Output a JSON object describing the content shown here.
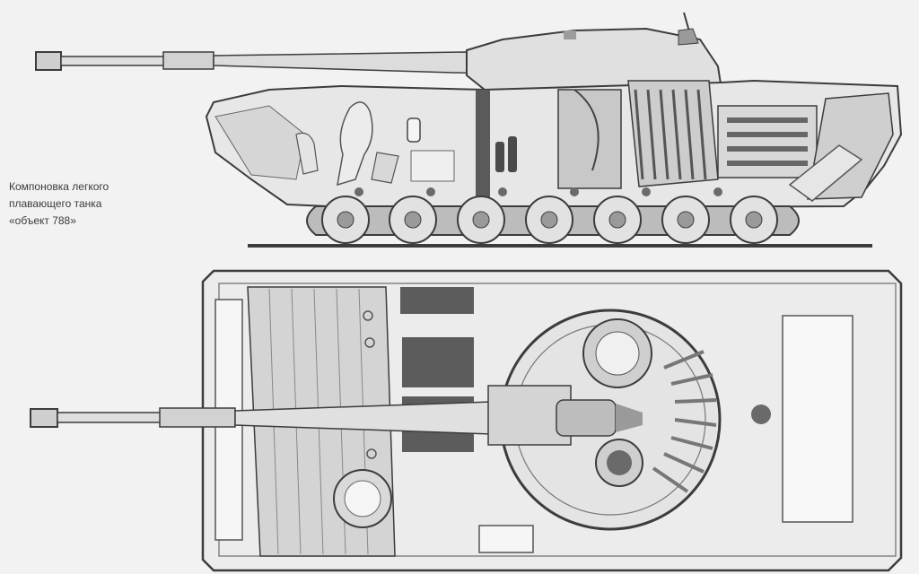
{
  "caption": {
    "line1": "Компоновка легкого",
    "line2": "плавающего танка",
    "line3": "«объект 788»"
  },
  "colors": {
    "paper": "#f2f2f2",
    "line": "#3c3c3c",
    "hull_fill": "#e7e7e7",
    "shade": "#b4b4b4",
    "dark": "#555555"
  }
}
